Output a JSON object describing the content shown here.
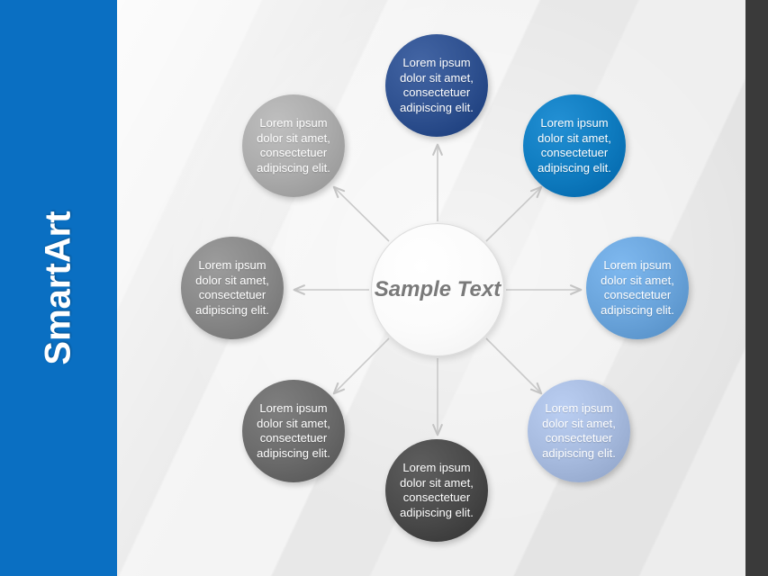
{
  "slide": {
    "sidebar_title": "SmartArt",
    "accent_color": "#0a6fc2",
    "right_strip_color": "#3a3a3a",
    "background_color": "#e9e9e9"
  },
  "diagram": {
    "type": "radial-cycle",
    "center": {
      "label": "Sample Text",
      "fill": "#fbfbfb",
      "text_color": "#7a7a7a"
    },
    "body_text": "Lorem ipsum dolor sit amet, consectetuer adipiscing elit.",
    "nodes": [
      {
        "position": "top",
        "label": "Lorem ipsum dolor sit amet, consectetuer adipiscing elit.",
        "fill": "#2f5190",
        "text_color": "#ffffff"
      },
      {
        "position": "top-right",
        "label": "Lorem ipsum dolor sit amet, consectetuer adipiscing elit.",
        "fill": "#0f7cc0",
        "text_color": "#ffffff"
      },
      {
        "position": "right",
        "label": "Lorem ipsum dolor sit amet, consectetuer adipiscing elit.",
        "fill": "#6aa4db",
        "text_color": "#ffffff"
      },
      {
        "position": "bottom-right",
        "label": "Lorem ipsum dolor sit amet, consectetuer adipiscing elit.",
        "fill": "#a6bade",
        "text_color": "#ffffff"
      },
      {
        "position": "bottom",
        "label": "Lorem ipsum dolor sit amet, consectetuer adipiscing elit.",
        "fill": "#4a4a4a",
        "text_color": "#ffffff"
      },
      {
        "position": "bottom-left",
        "label": "Lorem ipsum dolor sit amet, consectetuer adipiscing elit.",
        "fill": "#6b6b6b",
        "text_color": "#ffffff"
      },
      {
        "position": "left",
        "label": "Lorem ipsum dolor sit amet, consectetuer adipiscing elit.",
        "fill": "#888888",
        "text_color": "#ffffff"
      },
      {
        "position": "top-left",
        "label": "Lorem ipsum dolor sit amet, consectetuer adipiscing elit.",
        "fill": "#ababab",
        "text_color": "#ffffff"
      }
    ],
    "arrow_color": "#c9c9c9",
    "arrow_direction": "center-to-outer"
  }
}
